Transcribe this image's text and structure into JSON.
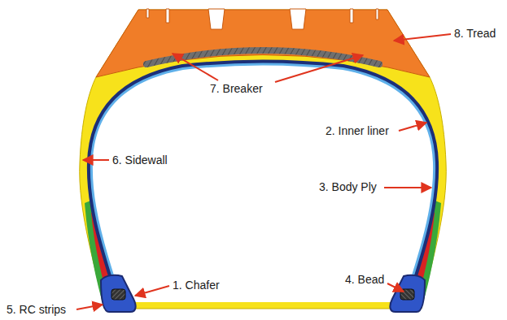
{
  "diagram": {
    "labels": [
      "8. Tread",
      "7. Breaker",
      "2. Inner liner",
      "6. Sidewall",
      "3. Body Ply",
      "4. Bead",
      "1. Chafer",
      "5. RC strips"
    ]
  }
}
